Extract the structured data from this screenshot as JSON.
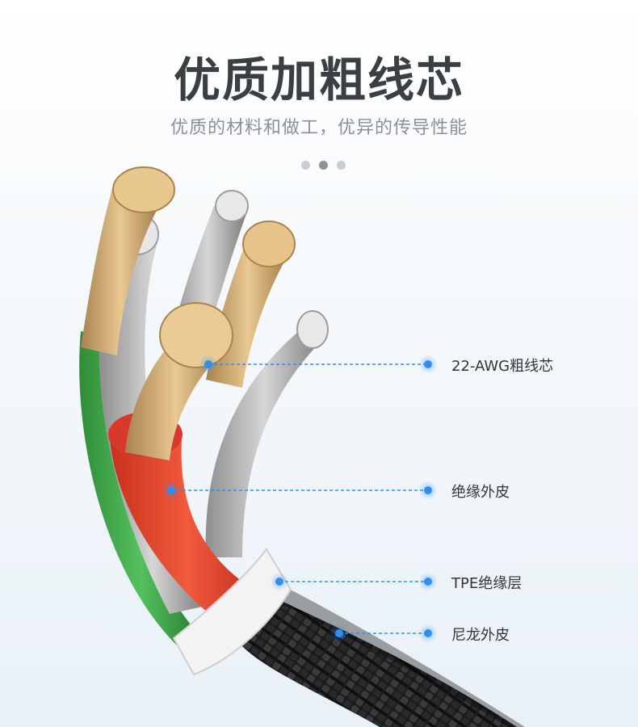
{
  "header": {
    "title": "优质加粗线芯",
    "subtitle": "优质的材料和做工，优异的传导性能"
  },
  "pagination": {
    "count": 3,
    "active_index": 1
  },
  "callouts": [
    {
      "label": "22-AWG粗线芯"
    },
    {
      "label": "绝缘外皮"
    },
    {
      "label": "TPE绝缘层"
    },
    {
      "label": "尼龙外皮"
    }
  ],
  "colors": {
    "accent": "#2f8ff0",
    "copper": "#d8b27a",
    "silver": "#b9b9b9",
    "green_jacket": "#3fa84a",
    "red_jacket": "#e8452f",
    "nylon_braid": "#1f1f21"
  }
}
